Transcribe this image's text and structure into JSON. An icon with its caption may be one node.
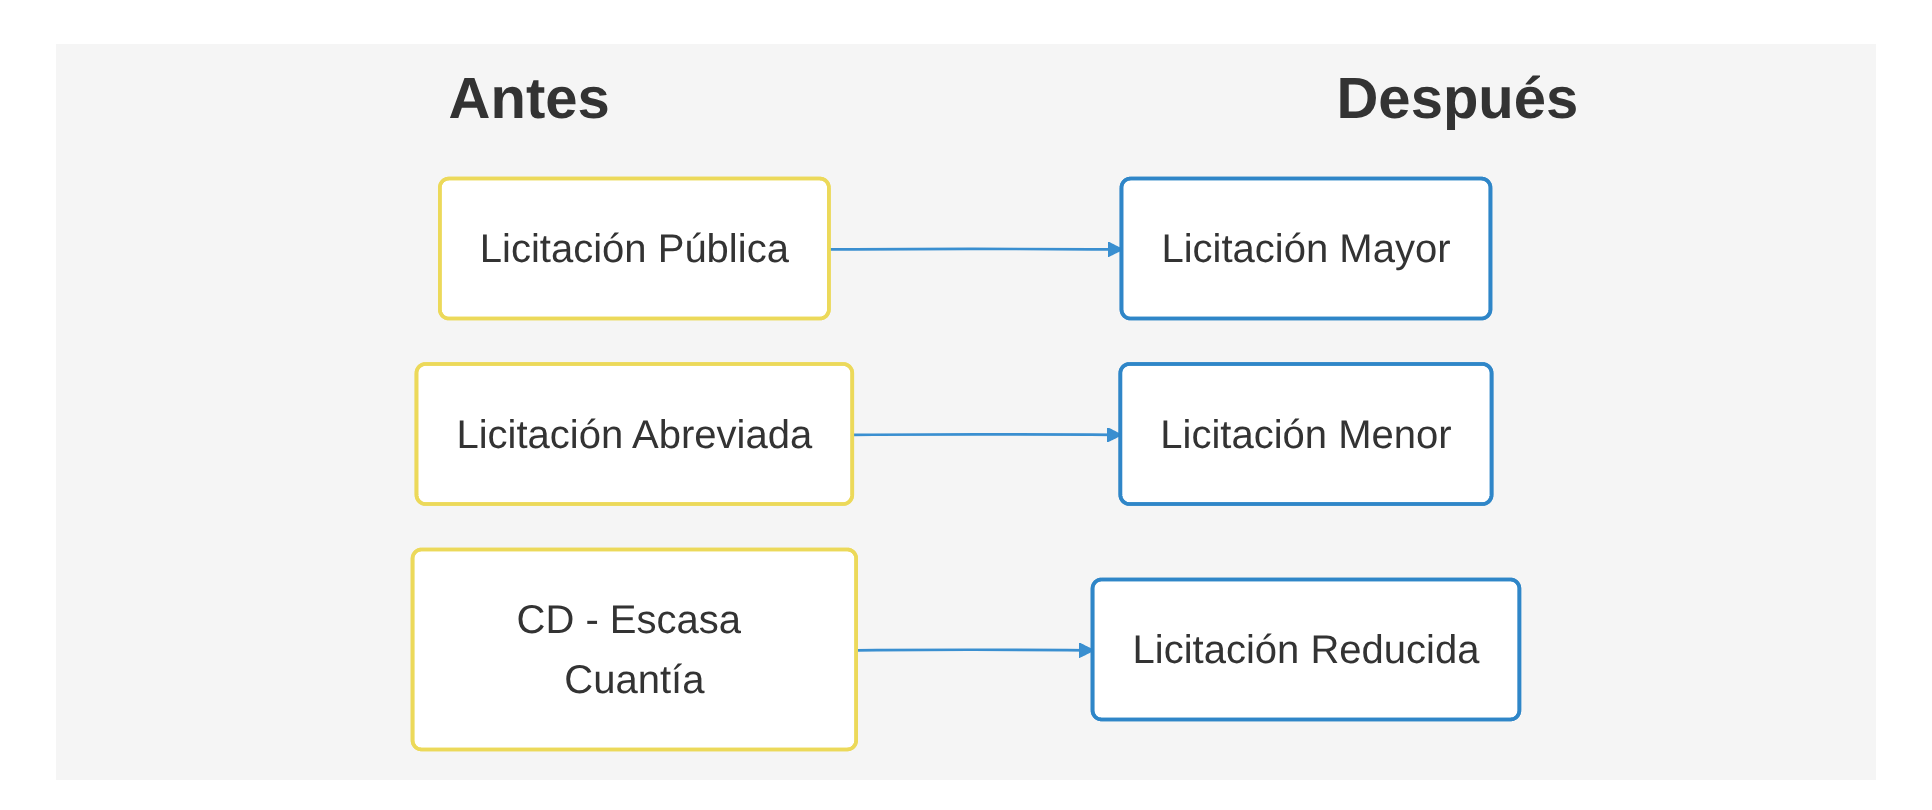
{
  "diagram": {
    "nodes": [
      {
        "text": [
          "Licitación Pública"
        ]
      },
      {
        "text": [
          "Licitación Mayor"
        ]
      },
      {
        "text": [
          "Licitación Abreviada"
        ]
      },
      {
        "text": [
          "Licitación Menor"
        ]
      },
      {
        "text": [
          "CD - Escasa Cuantía"
        ]
      },
      {
        "text": [
          "Licitación Reducida"
        ]
      }
    ],
    "edges": [
      {
        "from": 0,
        "to": 1,
        "arrow": "to"
      },
      {
        "from": 2,
        "to": 3,
        "arrow": "to"
      },
      {
        "from": 4,
        "to": 5,
        "arrow": "to"
      }
    ],
    "labels": [
      "Antes",
      "Después"
    ]
  }
}
